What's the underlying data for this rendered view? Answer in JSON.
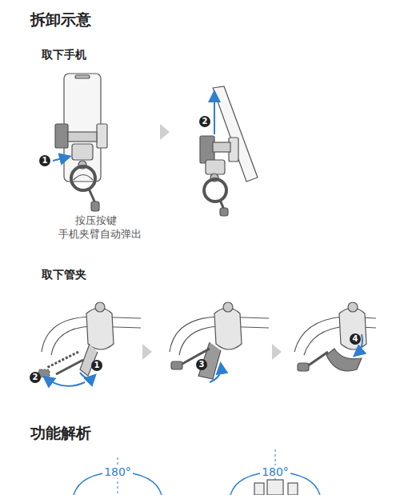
{
  "diagram": {
    "title": "拆卸示意",
    "labels": [
      "取下手机",
      "1",
      "按压按键 手机夹臂自动弹出",
      "2",
      "取下管夹",
      "2",
      "1",
      "3",
      "4",
      "功能解析",
      "180°",
      "180°"
    ]
  }
}
